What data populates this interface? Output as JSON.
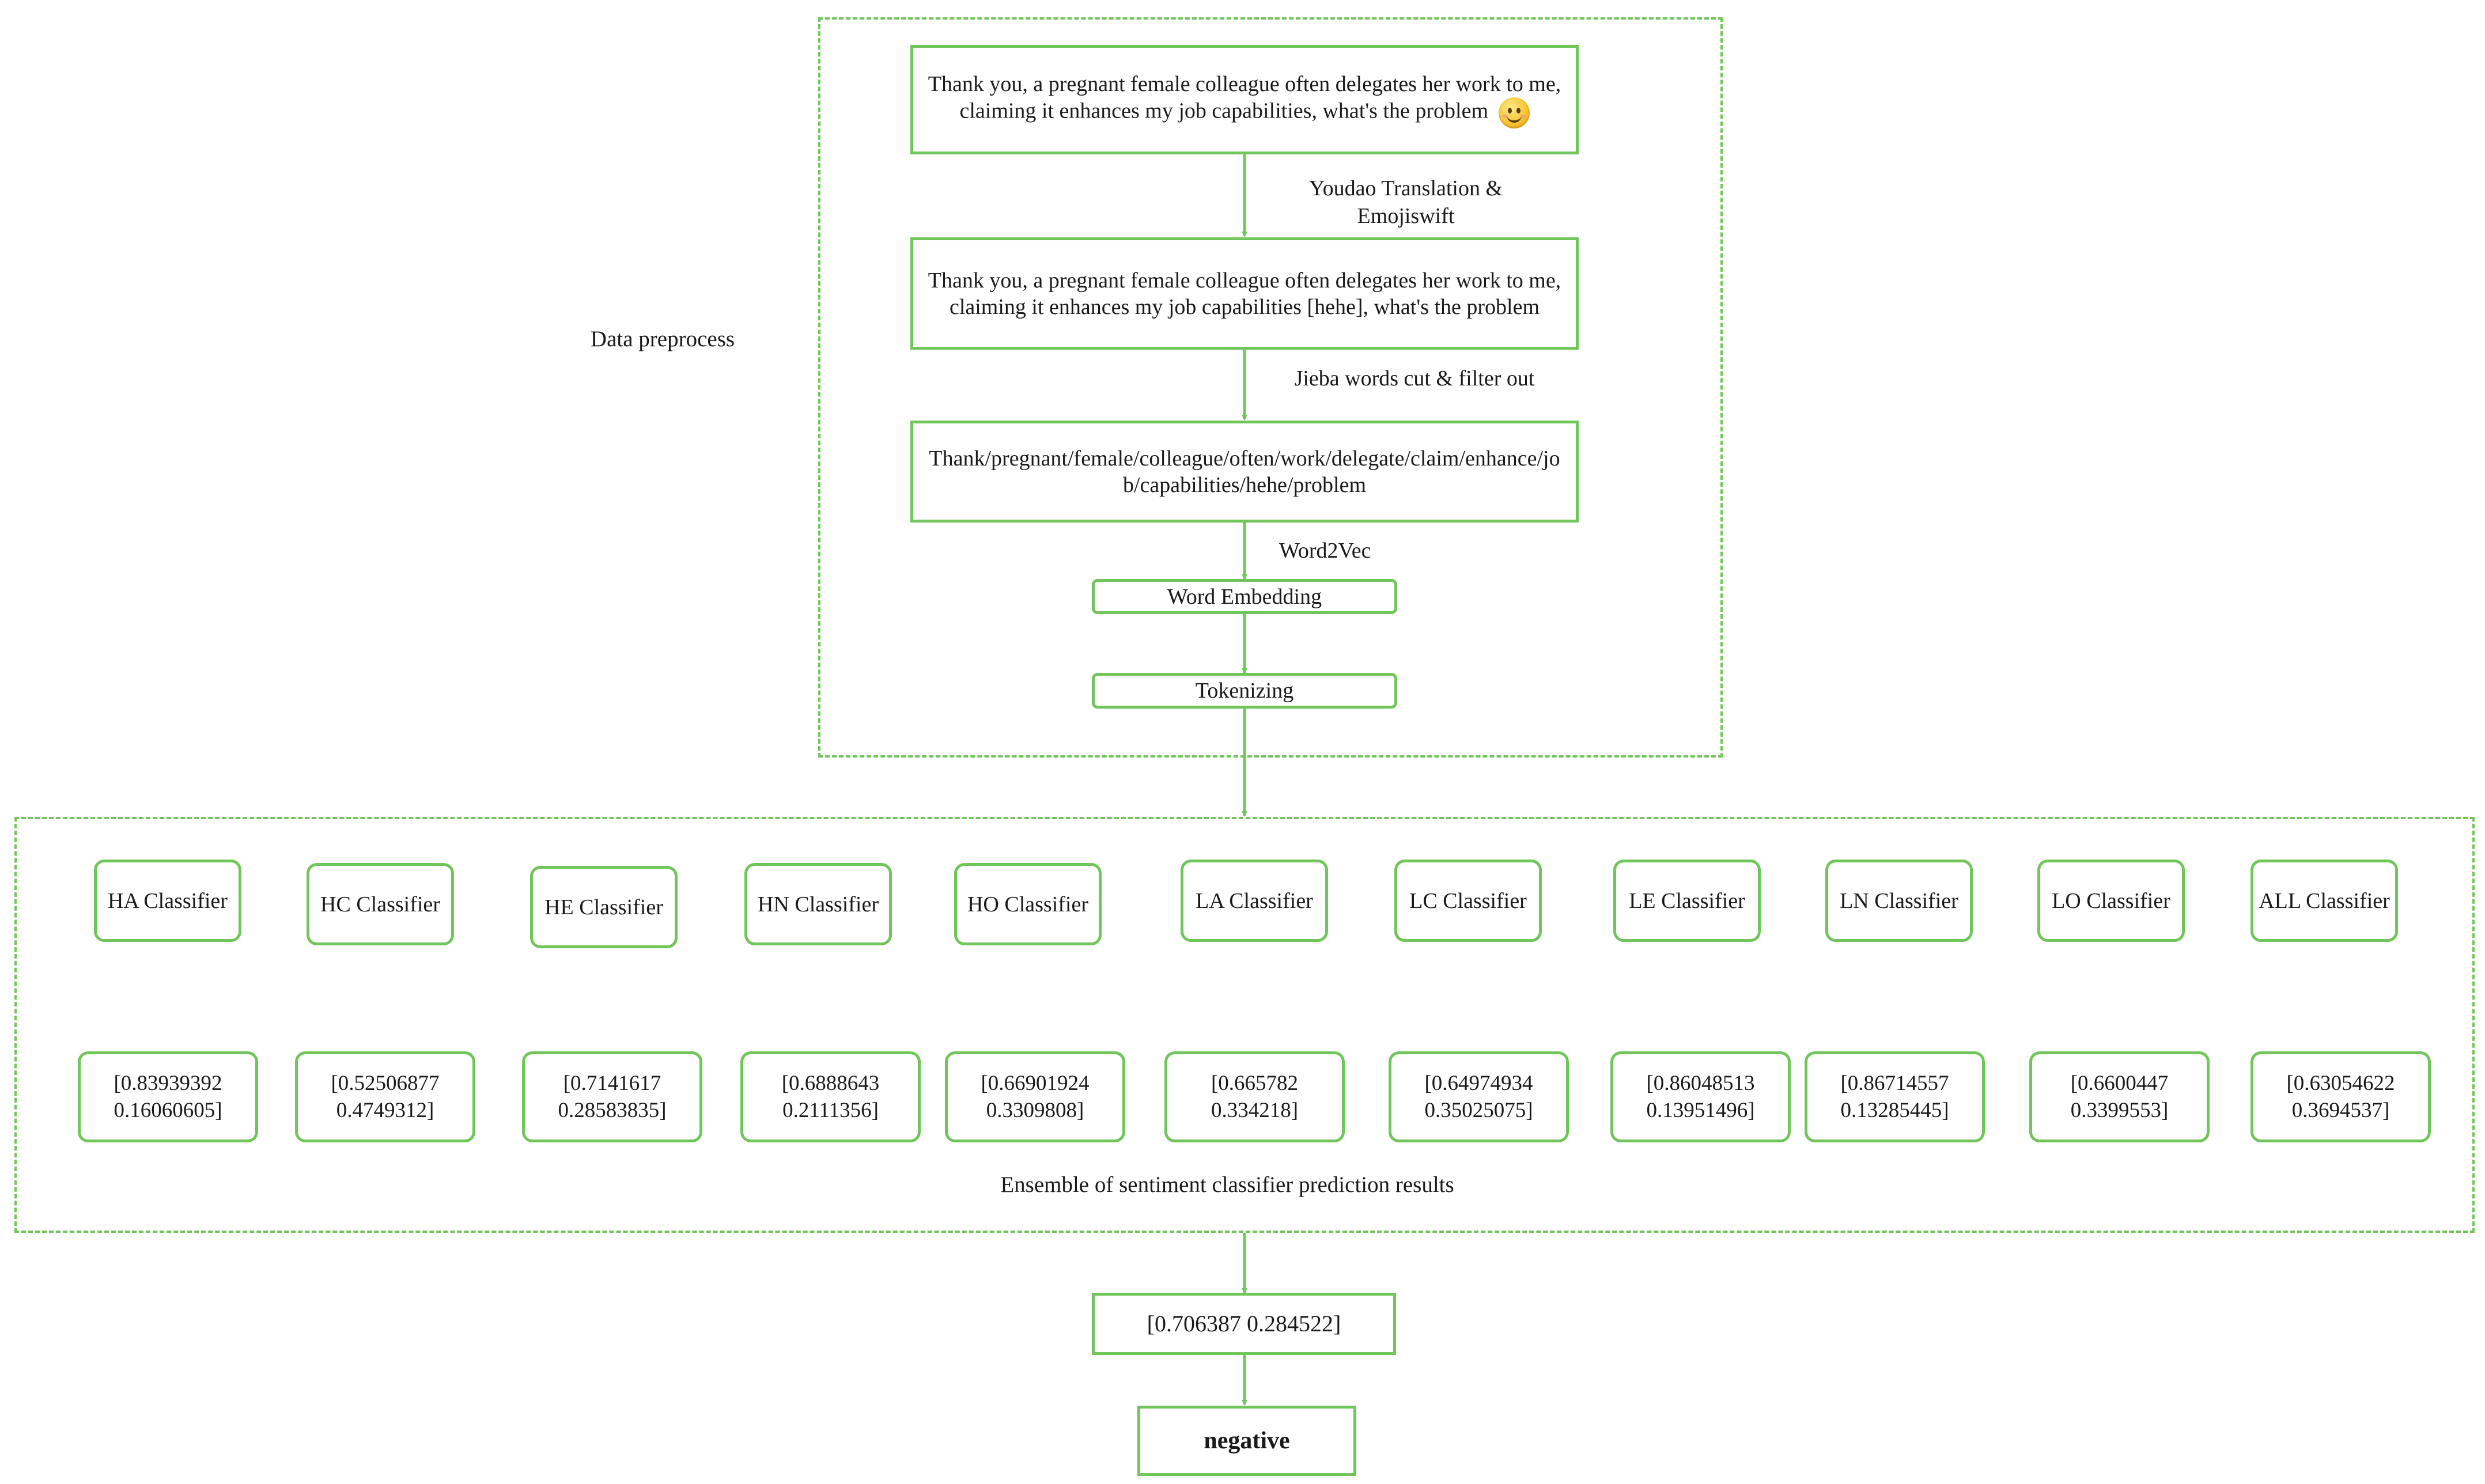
{
  "preprocess": {
    "section_label": "Data preprocess",
    "input_text": "Thank you, a pregnant female colleague often delegates her work to me, claiming it enhances my job capabilities, what's the problem",
    "emoji_icon": "smiling-blushing-face-emoji",
    "step1_label": "Youdao Translation & Emojiswift",
    "translated_text": "Thank you, a pregnant female colleague often delegates her work to me, claiming it enhances my job capabilities [hehe], what's the problem",
    "step2_label": "Jieba words cut & filter out",
    "tokens_text": "Thank/pregnant/female/colleague/often/work/delegate/claim/enhance/job/capabilities/hehe/problem",
    "step3_label": "Word2Vec",
    "embedding_label": "Word Embedding",
    "tokenizing_label": "Tokenizing"
  },
  "ensemble": {
    "caption": "Ensemble of sentiment classifier prediction results",
    "classifiers": [
      {
        "name": "HA Classifier",
        "result": "[0.83939392 0.16060605]"
      },
      {
        "name": "HC Classifier",
        "result": "[0.52506877 0.4749312]"
      },
      {
        "name": "HE Classifier",
        "result": "[0.7141617 0.28583835]"
      },
      {
        "name": "HN Classifier",
        "result": "[0.6888643 0.2111356]"
      },
      {
        "name": "HO Classifier",
        "result": "[0.66901924 0.3309808]"
      },
      {
        "name": "LA Classifier",
        "result": "[0.665782 0.334218]"
      },
      {
        "name": "LC Classifier",
        "result": "[0.64974934 0.35025075]"
      },
      {
        "name": "LE Classifier",
        "result": "[0.86048513 0.13951496]"
      },
      {
        "name": "LN Classifier",
        "result": "[0.86714557 0.13285445]"
      },
      {
        "name": "LO Classifier",
        "result": "[0.6600447 0.3399553]"
      },
      {
        "name": "ALL Classifier",
        "result": "[0.63054622 0.3694537]"
      }
    ]
  },
  "output": {
    "final_probability": "[0.706387 0.284522]",
    "final_label": "negative"
  },
  "colors": {
    "accent_green": "#70c65a",
    "text": "#1a1a1a"
  }
}
